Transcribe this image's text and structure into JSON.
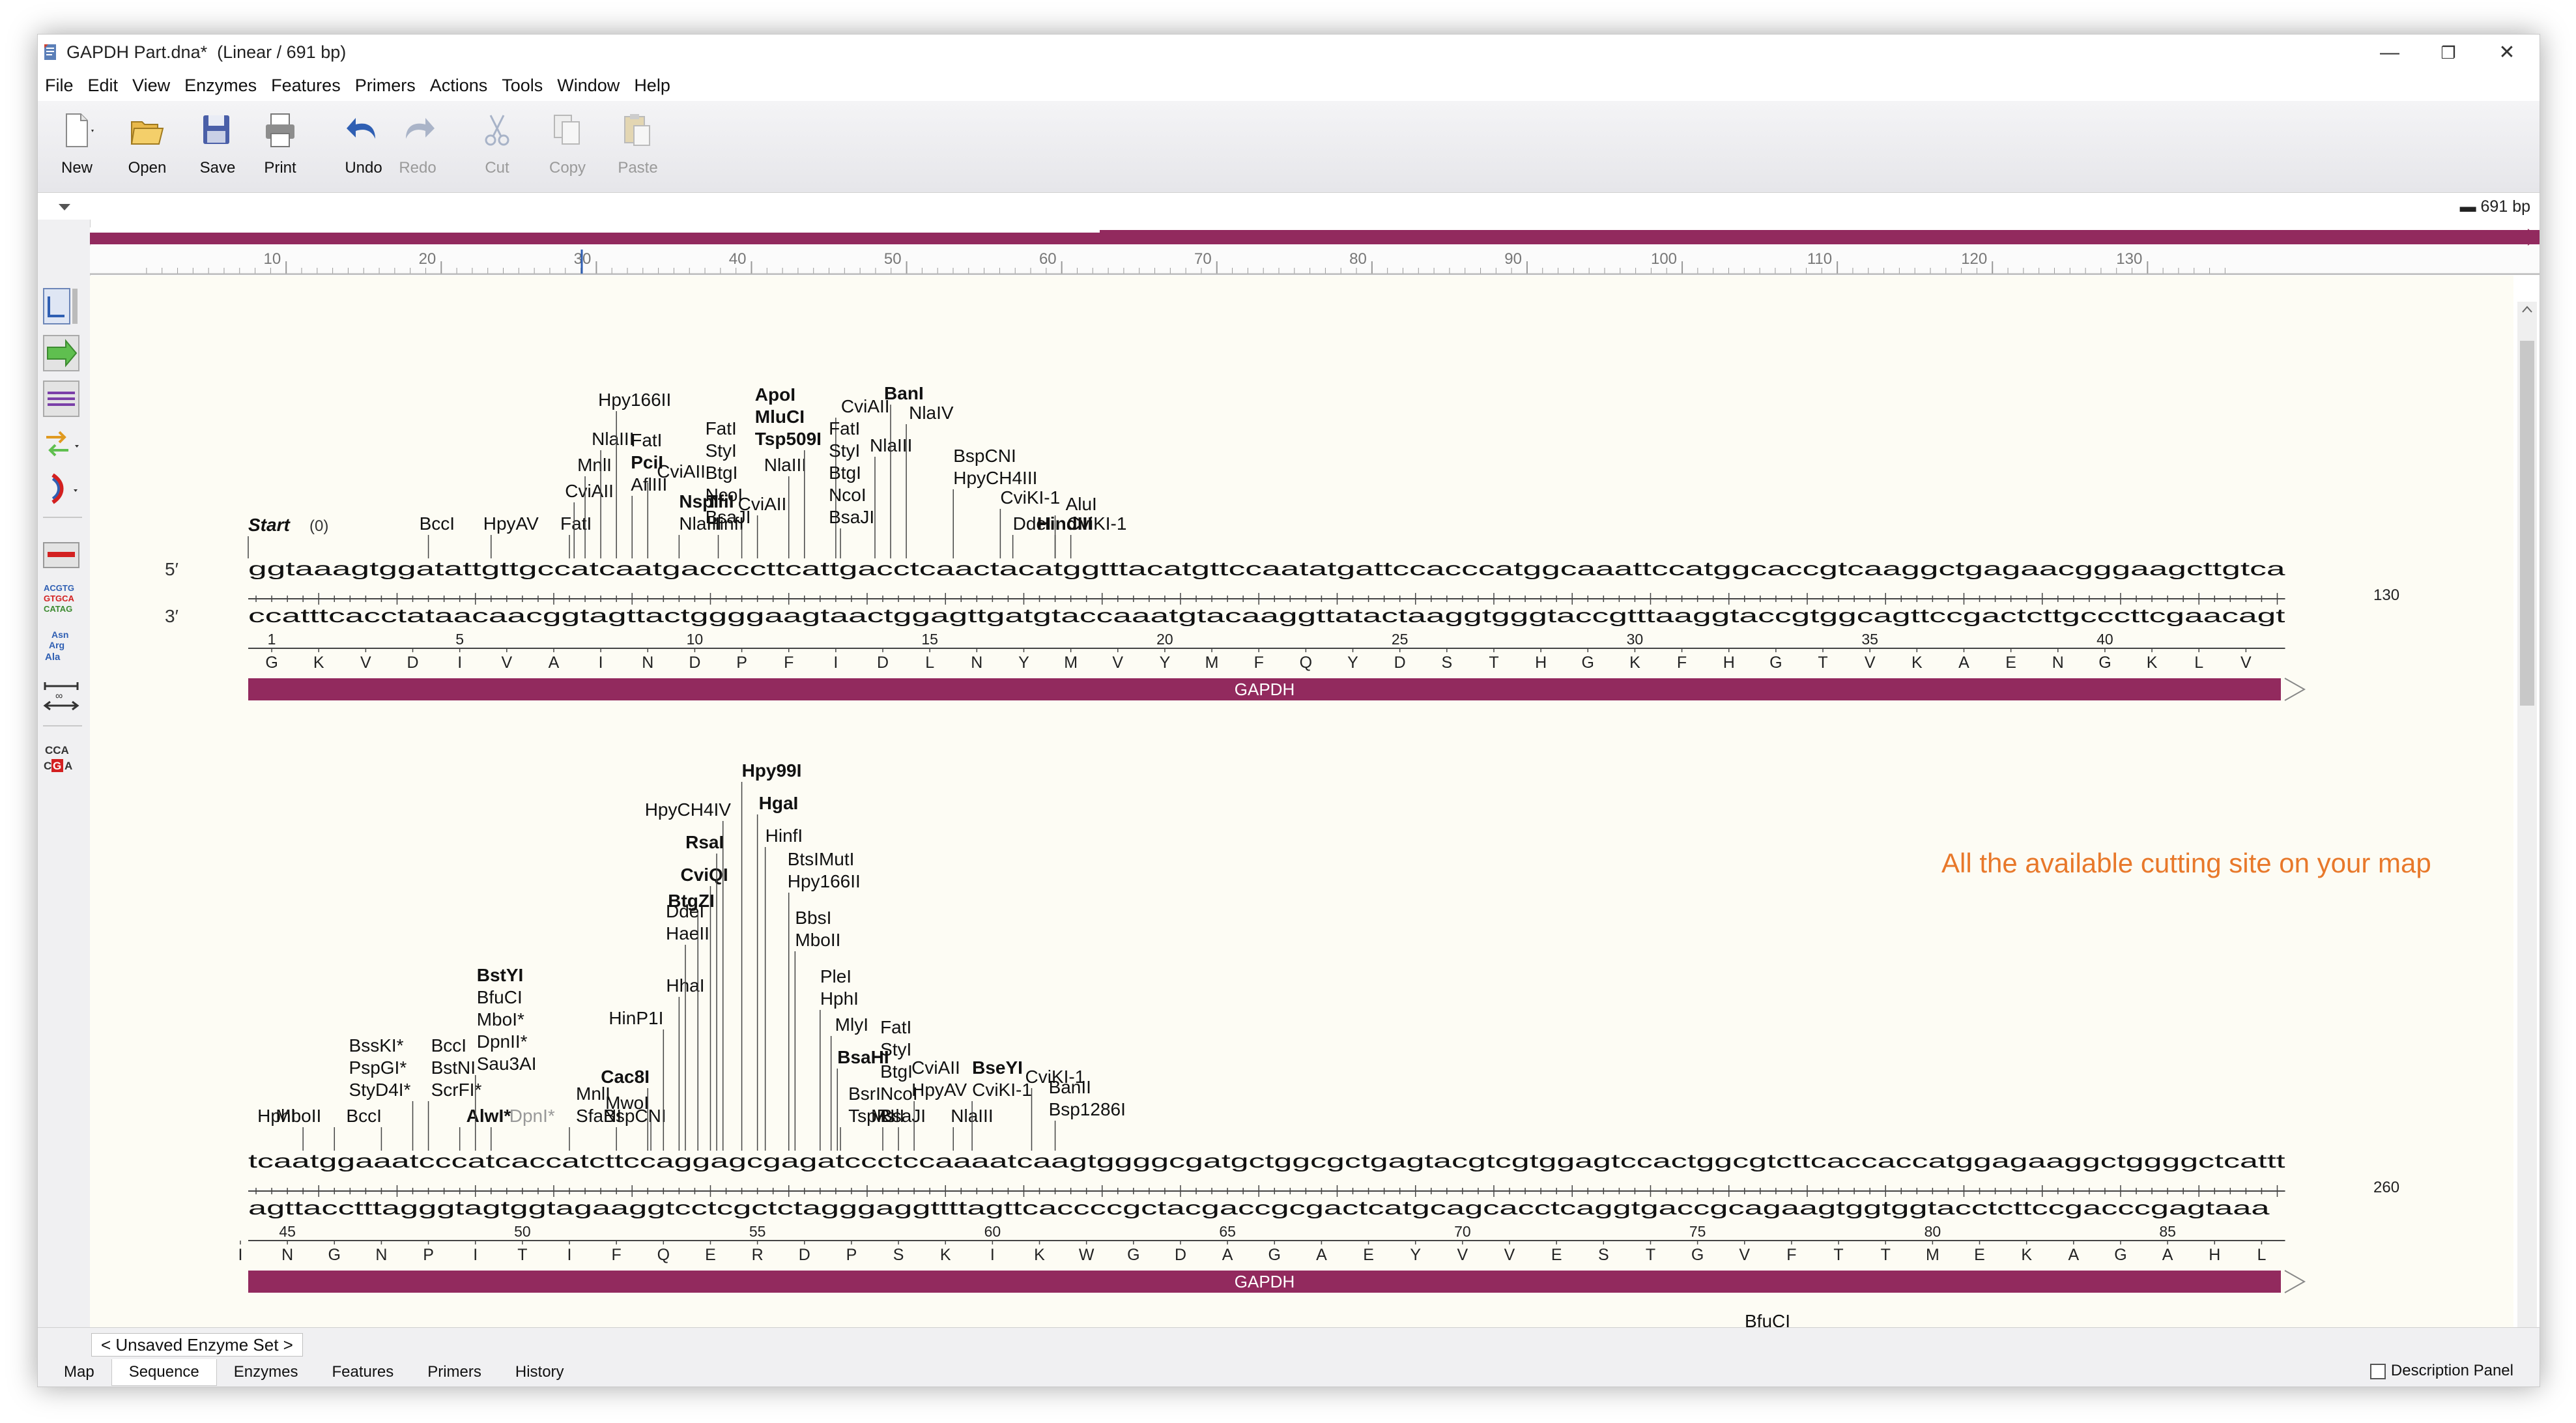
{
  "window": {
    "title": "GAPDH Part.dna*  (Linear / 691 bp)",
    "controls": {
      "minimize": "—",
      "restore": "❐",
      "close": "✕"
    }
  },
  "menu": [
    "File",
    "Edit",
    "View",
    "Enzymes",
    "Features",
    "Primers",
    "Actions",
    "Tools",
    "Window",
    "Help"
  ],
  "toolbar": {
    "new": "New",
    "open": "Open",
    "save": "Save",
    "print": "Print",
    "undo": "Undo",
    "redo": "Redo",
    "cut": "Cut",
    "copy": "Copy",
    "paste": "Paste"
  },
  "length_readout": "691 bp",
  "ruler_ticks": [
    "10",
    "20",
    "30",
    "40",
    "50",
    "60",
    "70",
    "80",
    "90",
    "100",
    "110",
    "120",
    "130"
  ],
  "annotation": "All the available cutting site on your map",
  "annotation_color": "#e8782a",
  "feature_color": "#922a5e",
  "start_label": "Start",
  "start_pos": "(0)",
  "block1": {
    "strand5": "5′",
    "strand3": "3′",
    "top": "ggtaaagtggatattgttgccatcaatgaccccttcattgacctcaactacatggtttacatgttccaatatgattccacccatggcaaattccatggcaccgtcaaggctgagaacgggaagcttgtca",
    "bottom": "ccatttcacctataacaacggtagttactggggaagtaactggagttgatgtaccaaatgtacaaggttatactaaggtgggtaccgtttaaggtaccgtggcagttccgactcttgcccttcgaacagt",
    "end_number": "130",
    "aa_numbers": [
      "1",
      "5",
      "10",
      "15",
      "20",
      "25",
      "30",
      "35",
      "40"
    ],
    "amino_acids": [
      "G",
      "K",
      "V",
      "D",
      "I",
      "V",
      "A",
      "I",
      "N",
      "D",
      "P",
      "F",
      "I",
      "D",
      "L",
      "N",
      "Y",
      "M",
      "V",
      "Y",
      "M",
      "F",
      "Q",
      "Y",
      "D",
      "S",
      "T",
      "H",
      "G",
      "K",
      "F",
      "H",
      "G",
      "T",
      "V",
      "K",
      "A",
      "E",
      "N",
      "G",
      "K",
      "L",
      "V"
    ],
    "feature": "GAPDH",
    "enzymes": [
      "BccI",
      "HpyAV",
      "FatI",
      "CviAII",
      "MnlI",
      "NlaIII",
      "Hpy166II",
      "FatI",
      "PciI",
      "AflIII",
      "CviAII",
      "NspI",
      "NlaIII",
      "TfiI",
      "HinfI",
      "FatI",
      "StyI",
      "BtgI",
      "NcoI",
      "BsaJI",
      "CviAII",
      "NlaIII",
      "ApoI",
      "MluCI",
      "Tsp509I",
      "CviAII",
      "FatI",
      "StyI",
      "BtgI",
      "NcoI",
      "BsaJI",
      "NlaIII",
      "BanI",
      "NlaIV",
      "BspCNI",
      "HpyCH4III",
      "CviKI-1",
      "DdeI",
      "HindIII",
      "AluI",
      "CviKI-1"
    ]
  },
  "block2": {
    "top": "tcaatggaaatcccatcaccatcttccaggagcgagatccctccaaaatcaagtggggcgatgctggcgctgagtacgtcgtggagtccactggcgtcttcaccaccatggagaaggctggggctcattt",
    "bottom": "agttacctttagggtagtggtagaaggtcctcgctctagggaggttttagttcaccccgctacgaccgcgactcatgcagcacctcaggtgaccgcagaagtggtggtacctcttccgacccgagtaaa",
    "end_number": "260",
    "aa_numbers": [
      "45",
      "50",
      "55",
      "60",
      "65",
      "70",
      "75",
      "80",
      "85"
    ],
    "amino_acids": [
      "I",
      "N",
      "G",
      "N",
      "P",
      "I",
      "T",
      "I",
      "F",
      "Q",
      "E",
      "R",
      "D",
      "P",
      "S",
      "K",
      "I",
      "K",
      "W",
      "G",
      "D",
      "A",
      "G",
      "A",
      "E",
      "Y",
      "V",
      "V",
      "E",
      "S",
      "T",
      "G",
      "V",
      "F",
      "T",
      "T",
      "M",
      "E",
      "K",
      "A",
      "G",
      "A",
      "H",
      "L"
    ],
    "feature": "GAPDH",
    "enzymes": [
      "HphI",
      "MboII",
      "BccI",
      "BssKI*",
      "PspGI*",
      "StyD4I*",
      "BccI",
      "BstNI",
      "ScrFI*",
      "AlwI*",
      "BstYI",
      "BfuCI",
      "MboI*",
      "DpnII*",
      "Sau3AI",
      "DpnI*",
      "MnlI",
      "SfaNI",
      "BspCNI",
      "Cac8I",
      "MwoI",
      "HinP1I",
      "HhaI",
      "DdeI",
      "HaeII",
      "BtgZI",
      "CviQI",
      "RsaI",
      "HpyCH4IV",
      "Hpy99I",
      "HgaI",
      "HinfI",
      "BtsIMutI",
      "Hpy166II",
      "BbsI",
      "MboII",
      "PleI",
      "HphI",
      "MlyI",
      "BsaHI",
      "BsrI",
      "TspRI",
      "MslI",
      "FatI",
      "StyI",
      "BtgI",
      "NcoI",
      "BsaJI",
      "CviAII",
      "HpyAV",
      "NlaIII",
      "BseYI",
      "CviKI-1",
      "CviKI-1",
      "BanII",
      "Bsp1286I"
    ]
  },
  "block3_partial": "BfuCI",
  "bottom": {
    "enzyme_set": "< Unsaved Enzyme Set >",
    "tabs": [
      "Map",
      "Sequence",
      "Enzymes",
      "Features",
      "Primers",
      "History"
    ],
    "active_tab": "Sequence",
    "description_panel": "Description Panel"
  }
}
